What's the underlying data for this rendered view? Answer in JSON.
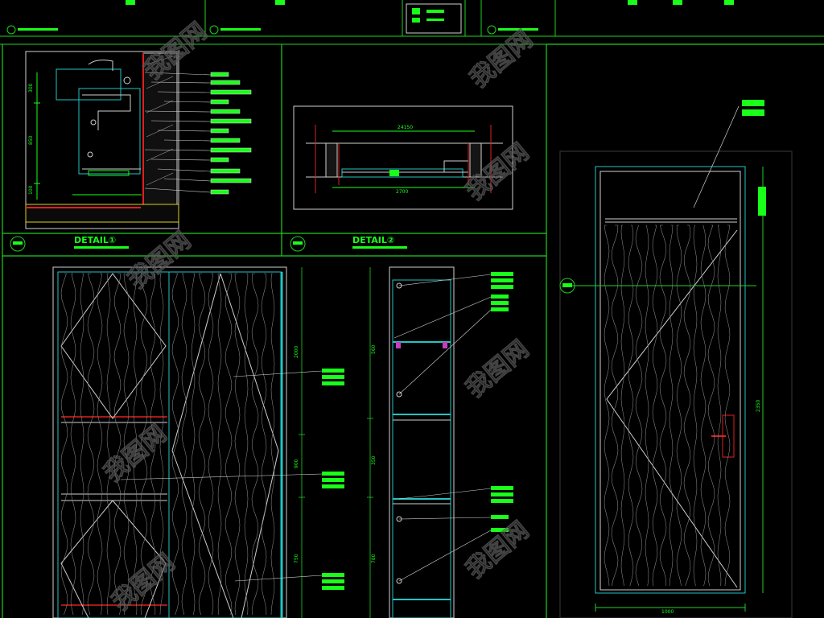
{
  "colors": {
    "background": "#000000",
    "frame": "#1fd01f",
    "outline": "#cfcfcf",
    "panel_edge": "#23c4c4",
    "tag": "#19ff19",
    "accent_red": "#e02020",
    "accent_magenta": "#c040c0",
    "accent_yellow": "#d8d020",
    "watermark": "#5a5a5a"
  },
  "detail_titles": {
    "detail_1": "DETAIL①",
    "detail_2": "DETAIL②"
  },
  "watermarks": [
    "我图网",
    "我图网",
    "我图网",
    "我图网",
    "我图网",
    "我图网",
    "我图网",
    "我图网"
  ],
  "dimensions": {
    "top_plan_width": "24150",
    "top_plan_width_lower": "2700",
    "door_width": "1000",
    "detail1_left_dims": [
      "300",
      "850",
      "100"
    ],
    "panel_left_dims": [
      "2000",
      "900",
      "750"
    ],
    "cabinet_dims": [
      "560",
      "350",
      "780"
    ],
    "door_height": "2350"
  }
}
